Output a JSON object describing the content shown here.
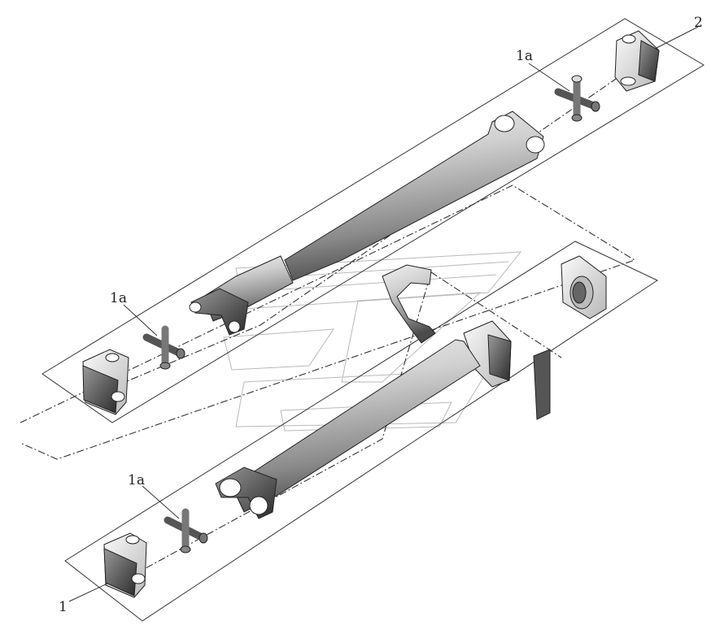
{
  "callouts": {
    "part_2": "2",
    "spider_top": "1a",
    "spider_mid": "1a",
    "spider_bottom": "1a",
    "part_1": "1"
  }
}
